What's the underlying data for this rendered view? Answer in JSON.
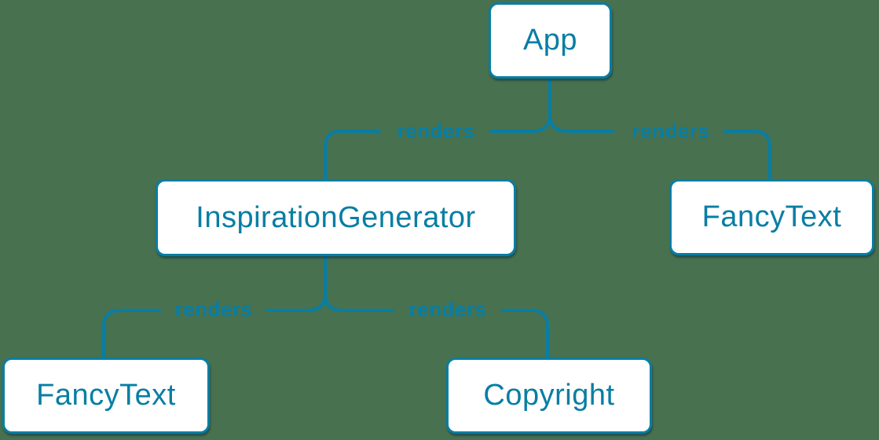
{
  "diagram": {
    "kind": "react-component-render-tree",
    "colors": {
      "background": "#48714F",
      "accent": "#087EA4",
      "node_fill": "#FFFFFF",
      "node_shadow": "rgba(13,52,72,0.55)"
    },
    "nodes": [
      {
        "id": "app",
        "label": "App"
      },
      {
        "id": "inspiration-generator",
        "label": "InspirationGenerator"
      },
      {
        "id": "fancy-text-right",
        "label": "FancyText"
      },
      {
        "id": "fancy-text-left",
        "label": "FancyText"
      },
      {
        "id": "copyright",
        "label": "Copyright"
      }
    ],
    "edges": [
      {
        "from": "App",
        "to": "InspirationGenerator",
        "label": "renders"
      },
      {
        "from": "App",
        "to": "FancyText",
        "label": "renders"
      },
      {
        "from": "InspirationGenerator",
        "to": "FancyText",
        "label": "renders"
      },
      {
        "from": "InspirationGenerator",
        "to": "Copyright",
        "label": "renders"
      }
    ]
  }
}
